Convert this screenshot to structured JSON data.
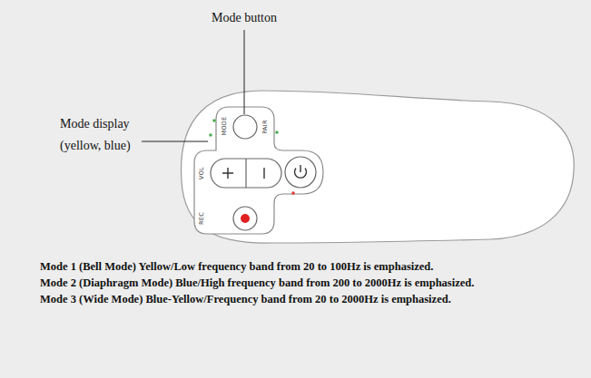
{
  "diagram": {
    "labels": [
      "Mode button",
      "Mode display (yellow, blue)",
      "MODE",
      "PAIR",
      "VOL",
      "REC",
      "Mode 1 (Bell Mode) Yellow/Low frequency band from 20 to 100Hz is emphasized.",
      "Mode 2 (Diaphragm Mode) Blue/High frequency band from 200 to 2000Hz is emphasized.",
      "Mode 3 (Wide Mode) Blue-Yellow/Frequency band from 20 to 2000Hz is emphasized."
    ]
  }
}
